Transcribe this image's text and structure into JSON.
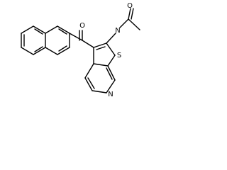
{
  "molecule": {
    "atoms": {
      "oxygen_acetyl": "O",
      "nitrogen_amide": "N",
      "oxygen_ketone": "O",
      "sulfur_ring": "S",
      "nitrogen_pyridine": "N"
    }
  }
}
